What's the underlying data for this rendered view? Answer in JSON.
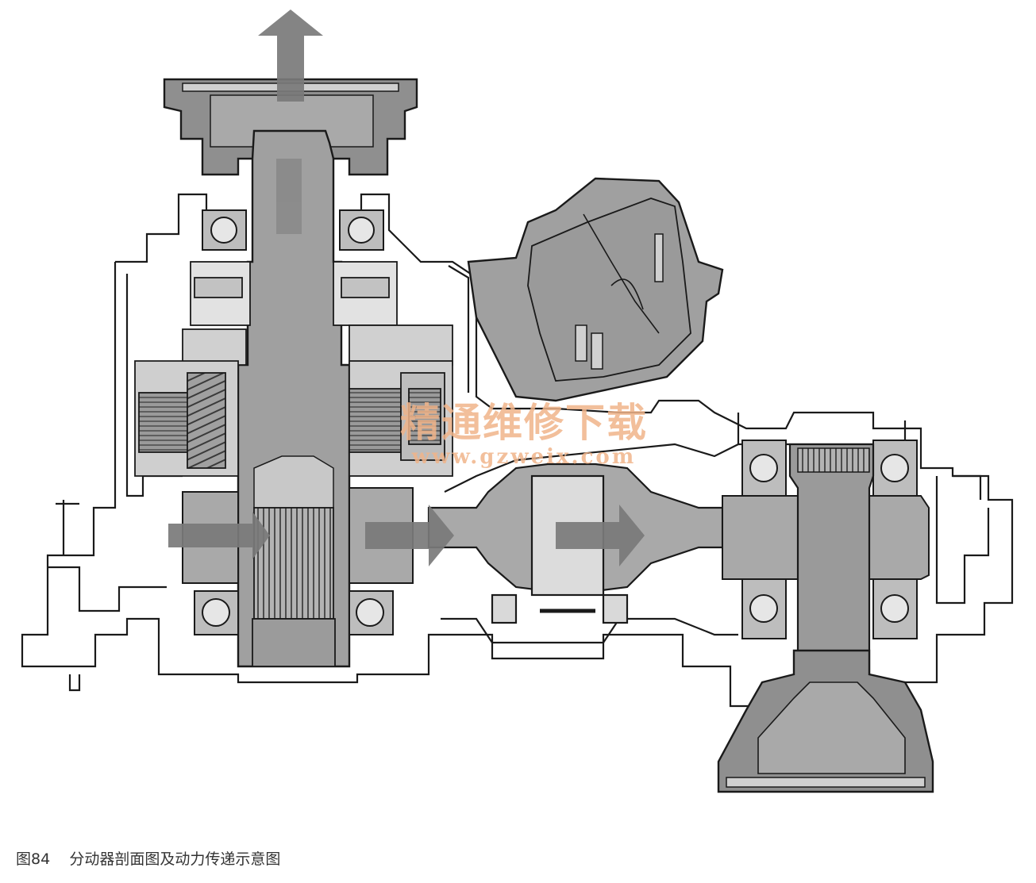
{
  "figure": {
    "caption": {
      "number": "图84",
      "title": "分动器剖面图及动力传递示意图"
    },
    "watermark": {
      "text": "精通维修下载",
      "url": "www.gzweix.com"
    }
  },
  "colors": {
    "background": "#ffffff",
    "section_fill": "#a9a9a9",
    "dark_fill": "#8f8f8f",
    "light_fill": "#d9d9d9",
    "outline": "#1a1a1a",
    "arrow": "#7a7a7a",
    "watermark": "#f0b48a"
  },
  "icons": [
    "power-flow-arrow-up",
    "power-flow-arrow-right",
    "bearing",
    "clutch-pack",
    "spline-shaft"
  ]
}
